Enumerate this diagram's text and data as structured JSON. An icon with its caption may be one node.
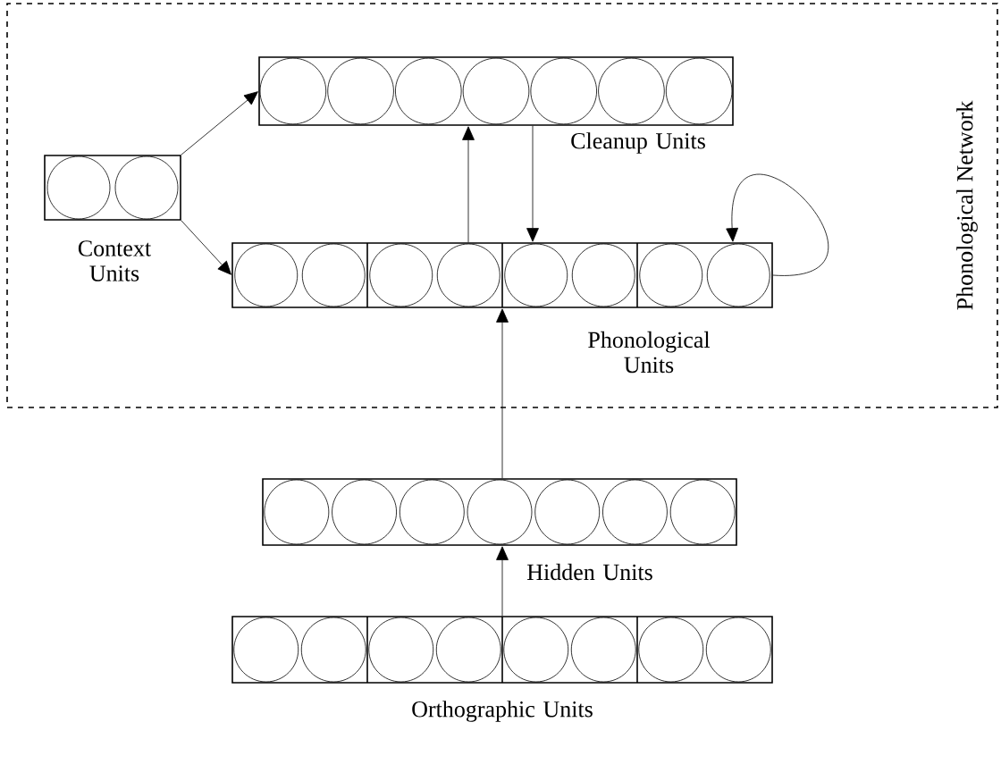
{
  "diagram": {
    "nodes": [
      {
        "text": [
          "Phonological Network"
        ]
      },
      {
        "text": [
          "Cleanup Units"
        ],
        "in": 0
      },
      {
        "text": [
          "Context Units"
        ],
        "in": 0
      },
      {
        "text": [
          "Phonological Units"
        ],
        "in": 0
      },
      {
        "text": [
          "Hidden Units"
        ]
      },
      {
        "text": [
          "Orthographic Units"
        ]
      }
    ],
    "edges": [
      {
        "from": 2,
        "to": 1,
        "arrow": "to"
      },
      {
        "from": 2,
        "to": 3,
        "arrow": "to"
      },
      {
        "from": 3,
        "to": 1,
        "arrow": "to"
      },
      {
        "from": 1,
        "to": 3,
        "arrow": "to"
      },
      {
        "from": 3,
        "to": 3,
        "arrow": "to"
      },
      {
        "from": 4,
        "to": 3,
        "arrow": "to"
      },
      {
        "from": 5,
        "to": 4,
        "arrow": "to"
      }
    ]
  }
}
